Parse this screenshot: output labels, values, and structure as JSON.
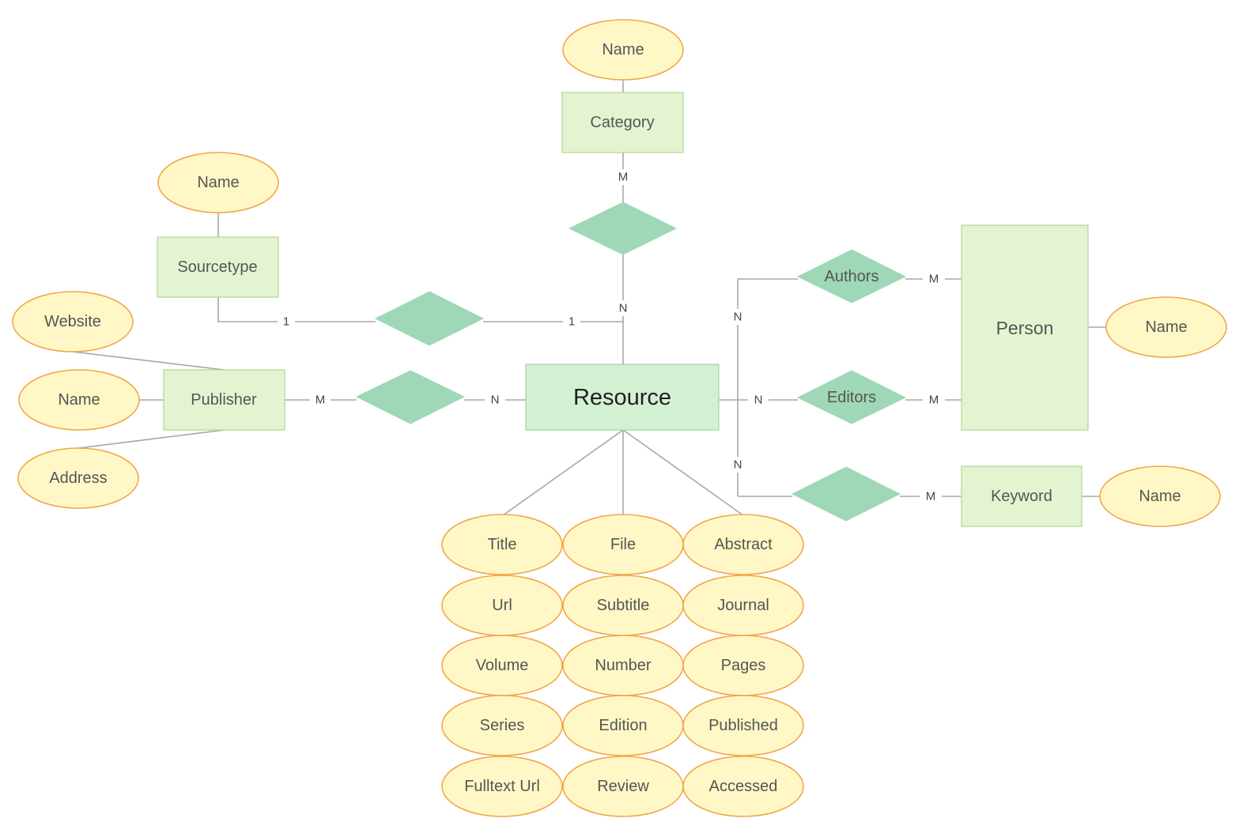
{
  "category": {
    "label": "Category",
    "attr_name": "Name"
  },
  "sourcetype": {
    "label": "Sourcetype",
    "attr_name": "Name"
  },
  "publisher": {
    "label": "Publisher",
    "attr_website": "Website",
    "attr_name": "Name",
    "attr_address": "Address"
  },
  "resource": {
    "label": "Resource",
    "attributes": [
      "Title",
      "File",
      "Abstract",
      "Url",
      "Subtitle",
      "Journal",
      "Volume",
      "Number",
      "Pages",
      "Series",
      "Edition",
      "Published",
      "Fulltext Url",
      "Review",
      "Accessed"
    ]
  },
  "person": {
    "label": "Person",
    "attr_name": "Name"
  },
  "keyword": {
    "label": "Keyword",
    "attr_name": "Name"
  },
  "relationships": {
    "authors": "Authors",
    "editors": "Editors"
  },
  "cardinality": {
    "category_m": "M",
    "category_resource_n": "N",
    "sourcetype_1": "1",
    "sourcetype_resource_1": "1",
    "publisher_m": "M",
    "publisher_resource_n": "N",
    "authors_n": "N",
    "authors_m": "M",
    "editors_n": "N",
    "editors_m": "M",
    "keyword_n": "N",
    "keyword_m": "M"
  }
}
